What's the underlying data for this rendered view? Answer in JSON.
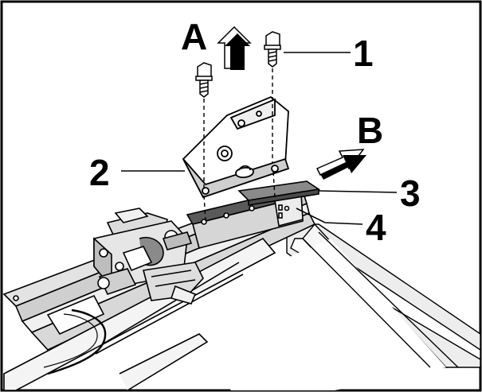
{
  "callouts": {
    "label_A": "A",
    "label_B": "B",
    "part_1": "1",
    "part_2": "2",
    "part_3": "3",
    "part_4": "4"
  },
  "colors": {
    "ink": "#000000",
    "paper": "#ffffff",
    "part_fill": "#bdbdbd",
    "part_dark": "#5a5a5a",
    "frame_fill": "#e9e9e9"
  },
  "icons": [
    "screw-icon",
    "arrow-up-icon",
    "arrow-right-icon"
  ]
}
